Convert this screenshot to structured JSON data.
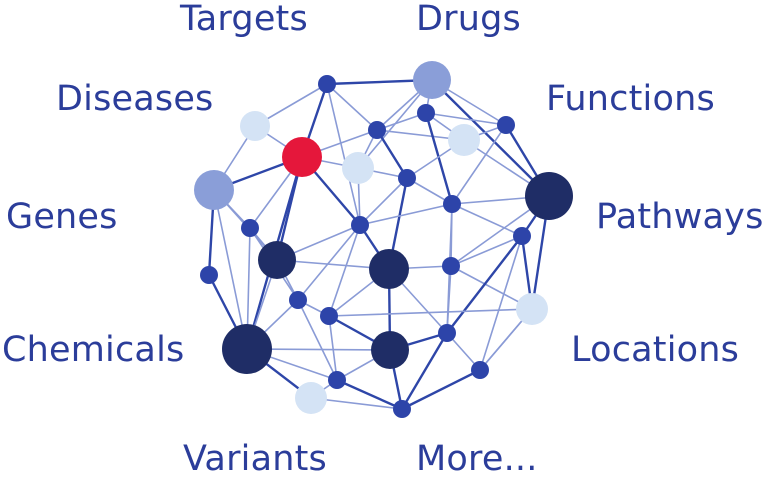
{
  "labels": {
    "targets": "Targets",
    "drugs": "Drugs",
    "diseases": "Diseases",
    "functions": "Functions",
    "genes": "Genes",
    "pathways": "Pathways",
    "chemicals": "Chemicals",
    "locations": "Locations",
    "variants": "Variants",
    "more": "More..."
  },
  "colors": {
    "label_text": "#2b3d9a",
    "edge_dark": "#2e46a8",
    "edge_light": "#8a9bd6",
    "node_navy": "#1f2d66",
    "node_blue": "#2d44a9",
    "node_periwinkle": "#8a9ed8",
    "node_pale": "#d4e3f5",
    "node_highlight": "#e5173b"
  }
}
